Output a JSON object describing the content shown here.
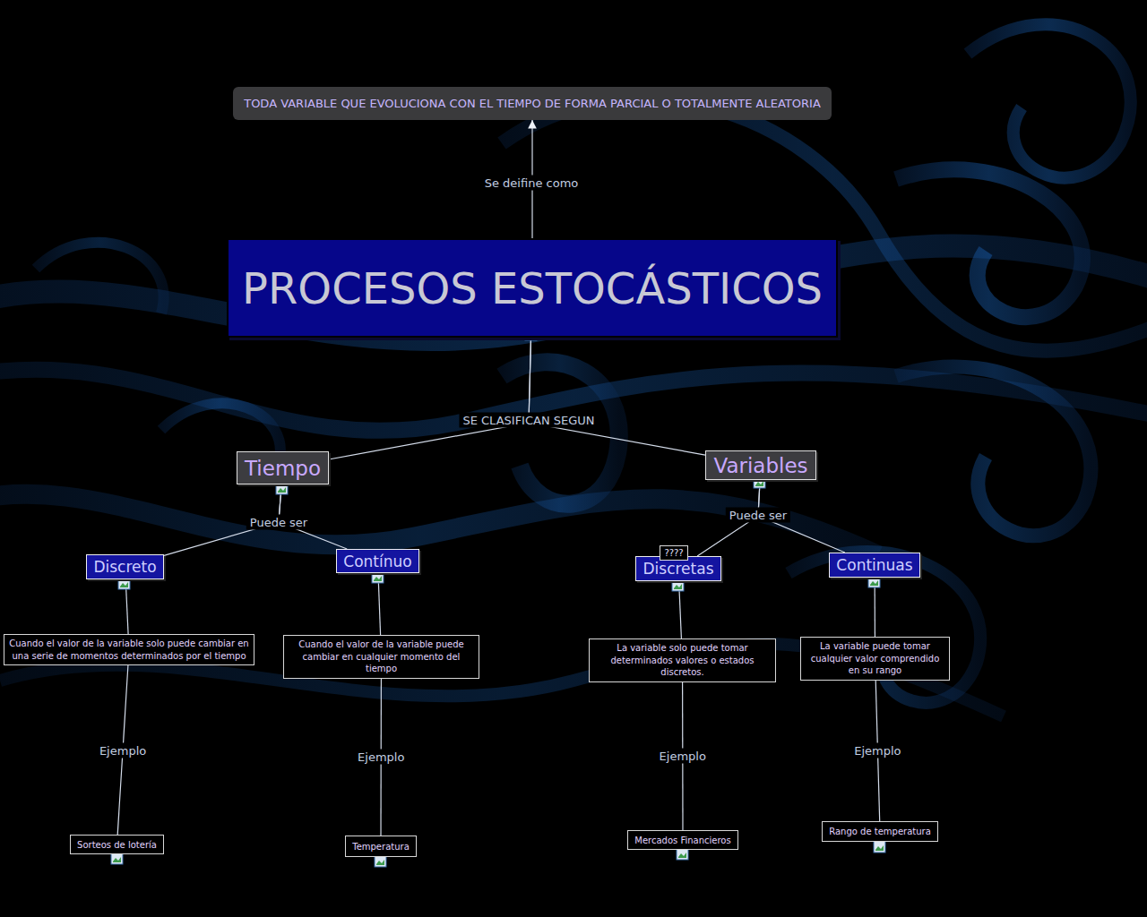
{
  "diagram": {
    "nodes": [
      {
        "text": [
          "TODA VARIABLE QUE EVOLUCIONA CON EL TIEMPO DE FORMA PARCIAL O TOTALMENTE ALEATORIA"
        ]
      },
      {
        "text": [
          "PROCESOS ESTOCÁSTICOS"
        ]
      },
      {
        "text": [
          "Tiempo"
        ]
      },
      {
        "text": [
          "Variables"
        ]
      },
      {
        "text": [
          "Discreto"
        ]
      },
      {
        "text": [
          "Contínuo"
        ]
      },
      {
        "text": [
          "Discretas"
        ]
      },
      {
        "text": [
          "????"
        ],
        "in": 6
      },
      {
        "text": [
          "Continuas"
        ]
      },
      {
        "text": [
          "Cuando el valor de la variable solo puede cambiar en una serie de momentos determinados por el tiempo"
        ]
      },
      {
        "text": [
          "Cuando el valor de la variable puede cambiar en cualquier momento del tiempo"
        ]
      },
      {
        "text": [
          "La variable solo puede tomar determinados valores o estados discretos."
        ]
      },
      {
        "text": [
          "La variable puede tomar cualquier valor comprendido en su rango"
        ]
      },
      {
        "text": [
          "Sorteos de lotería"
        ]
      },
      {
        "text": [
          "Temperatura"
        ]
      },
      {
        "text": [
          "Mercados Financieros"
        ]
      },
      {
        "text": [
          "Rango de temperatura"
        ]
      }
    ],
    "edges": [
      {
        "from": 1,
        "to": 0,
        "arrow": "to",
        "label": "Se deifine como"
      },
      {
        "from": 1,
        "to": 2,
        "arrow": "none",
        "label": "SE CLASIFICAN SEGUN"
      },
      {
        "from": 1,
        "to": 3,
        "arrow": "none"
      },
      {
        "from": 2,
        "to": 4,
        "arrow": "none",
        "label": "Puede ser"
      },
      {
        "from": 2,
        "to": 5,
        "arrow": "none"
      },
      {
        "from": 3,
        "to": 6,
        "arrow": "none",
        "label": "Puede ser"
      },
      {
        "from": 3,
        "to": 8,
        "arrow": "none"
      },
      {
        "from": 4,
        "to": 9,
        "arrow": "none"
      },
      {
        "from": 5,
        "to": 10,
        "arrow": "none"
      },
      {
        "from": 6,
        "to": 11,
        "arrow": "none"
      },
      {
        "from": 8,
        "to": 12,
        "arrow": "none"
      },
      {
        "from": 9,
        "to": 13,
        "arrow": "none",
        "label": "Ejemplo"
      },
      {
        "from": 10,
        "to": 14,
        "arrow": "none",
        "label": "Ejemplo"
      },
      {
        "from": 11,
        "to": 15,
        "arrow": "none",
        "label": "Ejemplo"
      },
      {
        "from": 12,
        "to": 16,
        "arrow": "none",
        "label": "Ejemplo"
      }
    ]
  }
}
